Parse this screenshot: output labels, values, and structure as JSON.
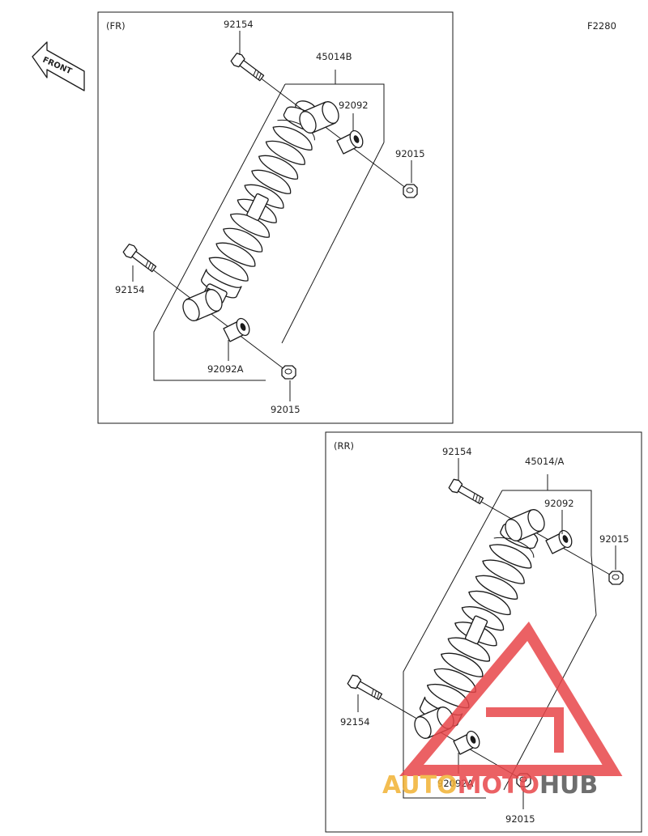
{
  "diagram_code": "F2280",
  "front_arrow_label": "FRONT",
  "front_section": {
    "title": "(FR)",
    "labels": {
      "assembly": "45014B",
      "bolt_top": "92154",
      "bushing_top": "92092",
      "nut_top": "92015",
      "bolt_bottom": "92154",
      "bushing_bottom": "92092A",
      "nut_bottom": "92015"
    }
  },
  "rear_section": {
    "title": "(RR)",
    "labels": {
      "assembly": "45014/A",
      "bolt_top": "92154",
      "bushing_top": "92092",
      "nut_top": "92015",
      "bolt_bottom": "92154",
      "bushing_bottom": "92092A",
      "nut_bottom": "92015"
    }
  },
  "watermark": {
    "part1": "AUTO",
    "part2": "MOTO",
    "part3": "HUB",
    "colors": {
      "auto": "#f2b233",
      "moto": "#e8464a",
      "hub": "#555555"
    }
  }
}
